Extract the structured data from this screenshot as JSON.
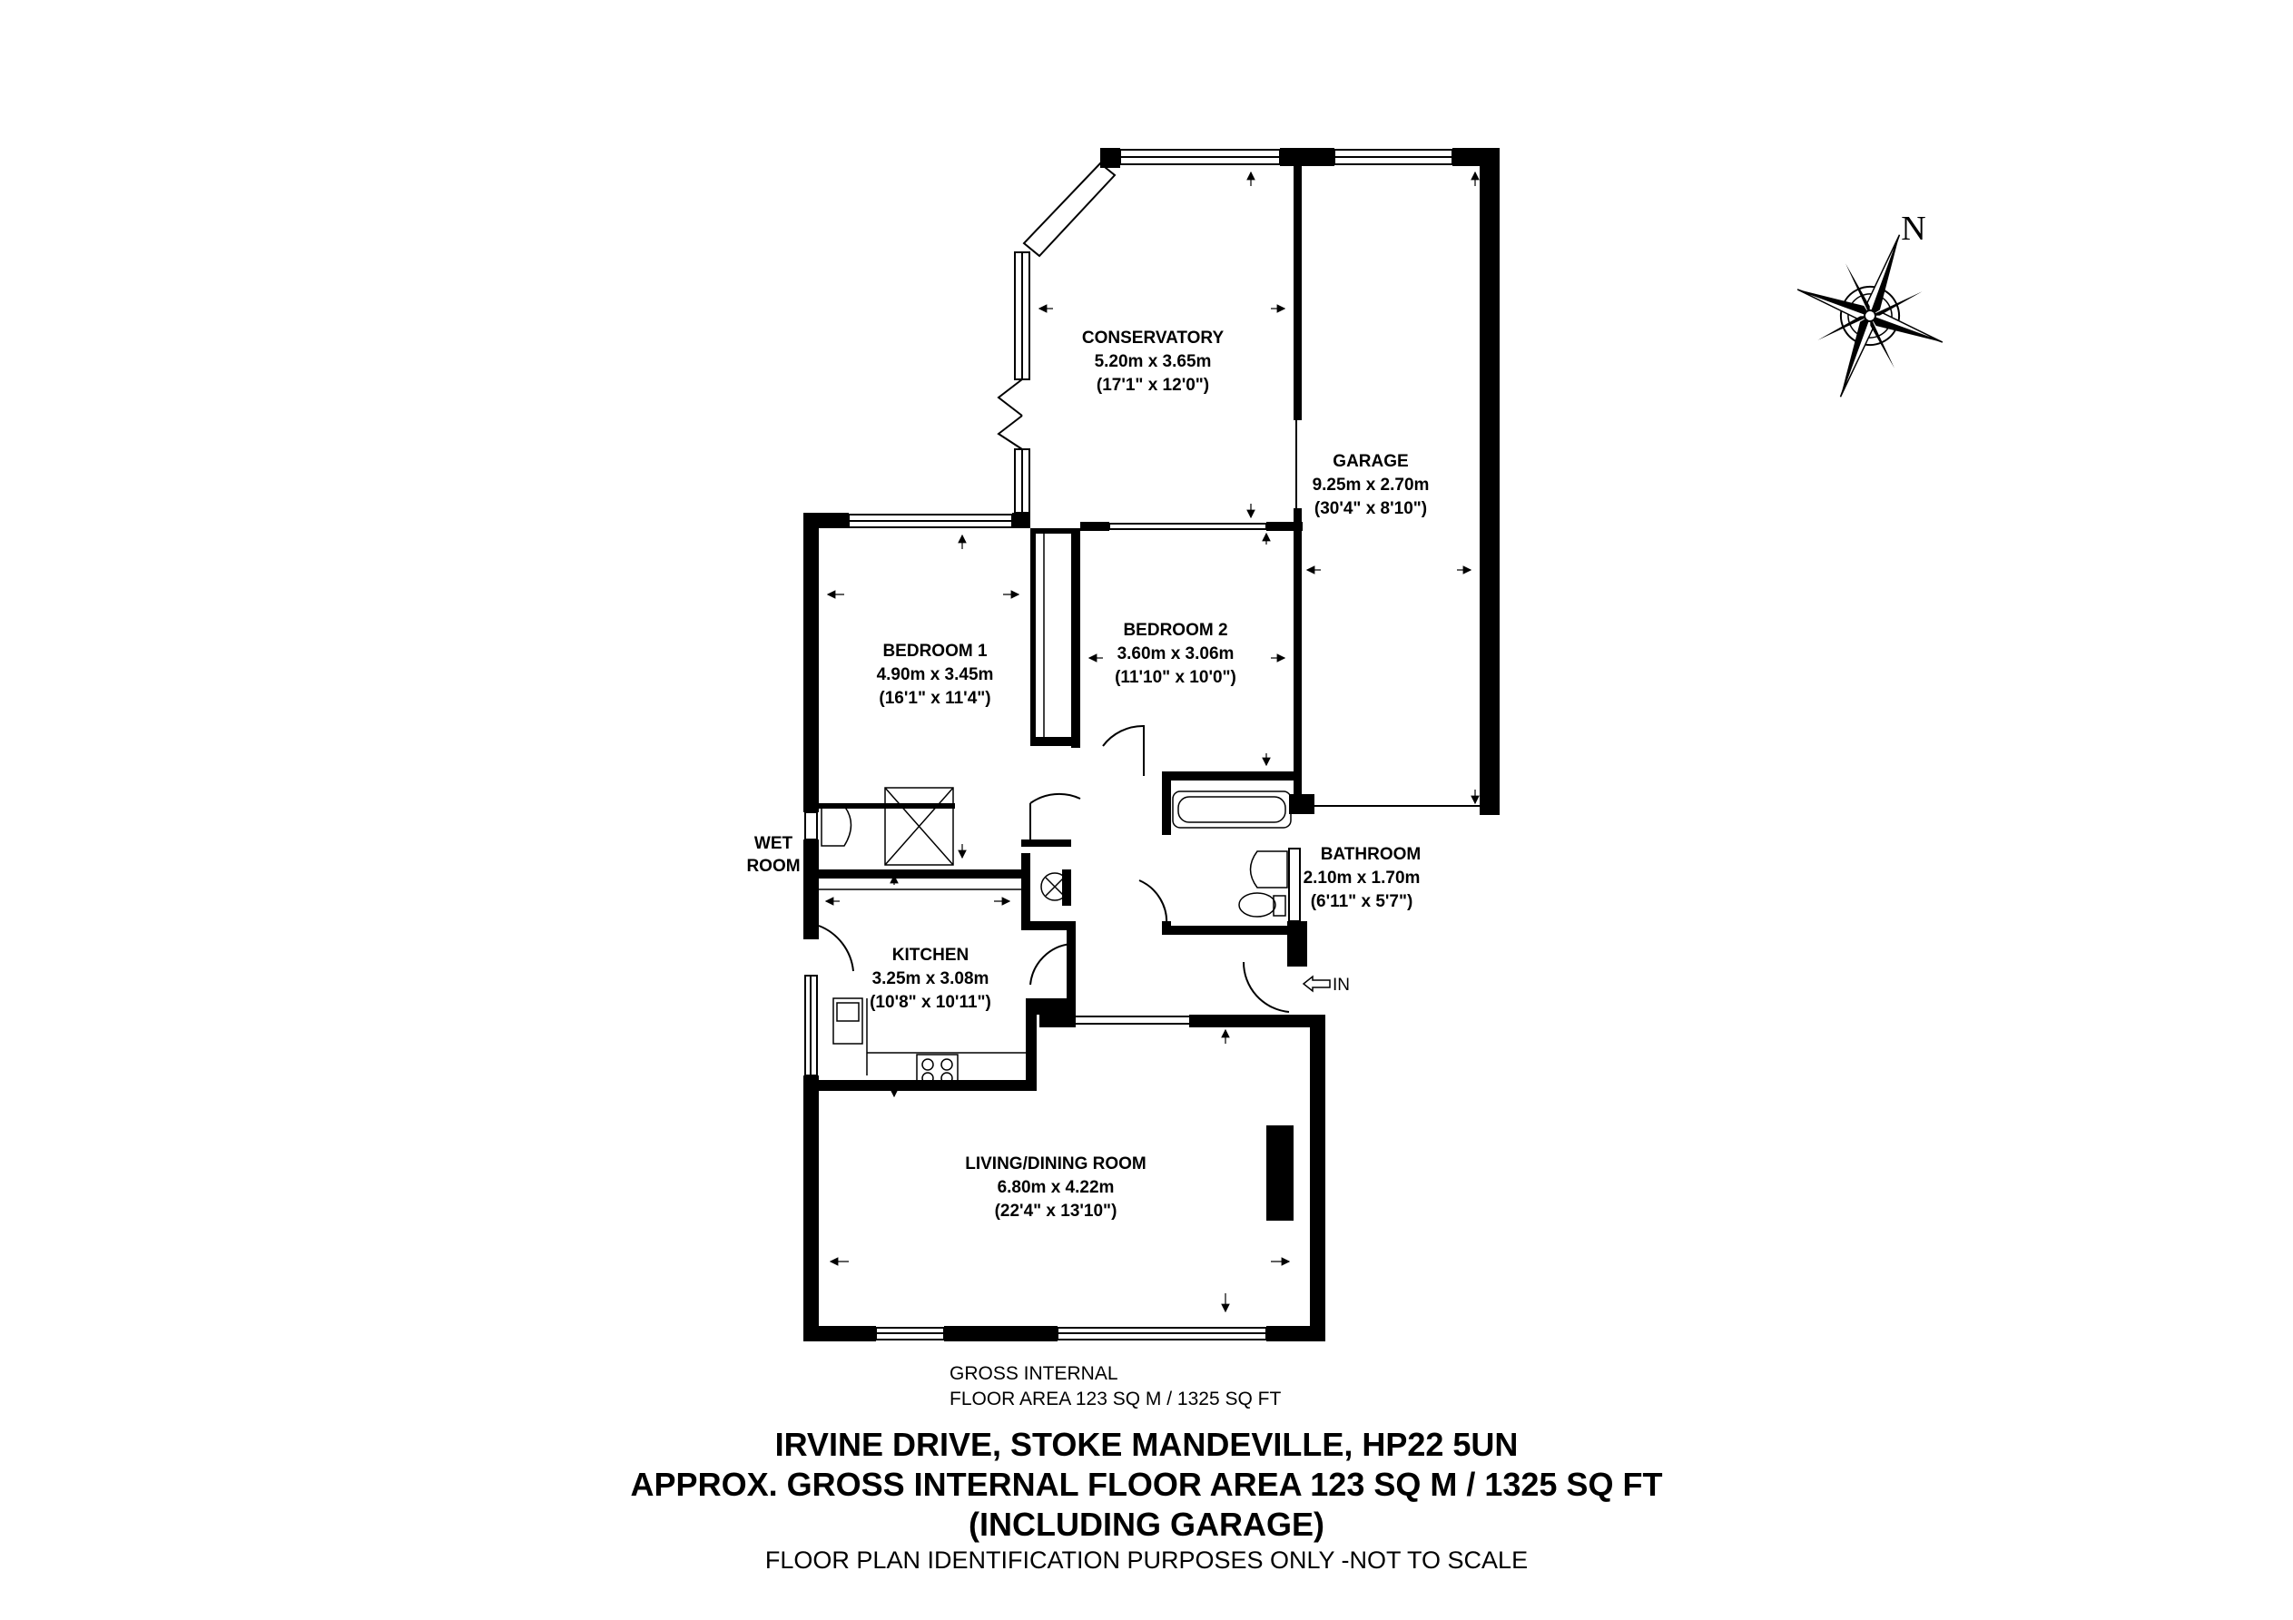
{
  "rooms": [
    {
      "id": "conservatory",
      "name": "CONSERVATORY",
      "metric": "5.20m x 3.65m",
      "imperial": "(17'1\" x 12'0\")"
    },
    {
      "id": "garage",
      "name": "GARAGE",
      "metric": "9.25m x 2.70m",
      "imperial": "(30'4\" x 8'10\")"
    },
    {
      "id": "bedroom-1",
      "name": "BEDROOM 1",
      "metric": "4.90m x 3.45m",
      "imperial": "(16'1\" x 11'4\")"
    },
    {
      "id": "bedroom-2",
      "name": "BEDROOM 2",
      "metric": "3.60m x 3.06m",
      "imperial": "(11'10\" x 10'0\")"
    },
    {
      "id": "bathroom",
      "name": "BATHROOM",
      "metric": "2.10m x 1.70m",
      "imperial": "(6'11\" x 5'7\")"
    },
    {
      "id": "kitchen",
      "name": "KITCHEN",
      "metric": "3.25m x 3.08m",
      "imperial": "(10'8\" x 10'11\")"
    },
    {
      "id": "living-dining",
      "name": "LIVING/DINING ROOM",
      "metric": "6.80m x 4.22m",
      "imperial": "(22'4\" x 13'10\")"
    }
  ],
  "wet_room": {
    "line1": "WET",
    "line2": "ROOM"
  },
  "entrance": {
    "label": "IN"
  },
  "compass": {
    "north": "N"
  },
  "area_note": {
    "line1": "GROSS INTERNAL",
    "line2": "FLOOR AREA 123 SQ M / 1325 SQ FT"
  },
  "title": {
    "line1": "IRVINE DRIVE, STOKE MANDEVILLE, HP22 5UN",
    "line2": "APPROX. GROSS INTERNAL FLOOR AREA 123 SQ M / 1325 SQ FT",
    "line3": "(INCLUDING GARAGE)"
  },
  "footer": "FLOOR PLAN IDENTIFICATION PURPOSES ONLY -NOT TO SCALE"
}
